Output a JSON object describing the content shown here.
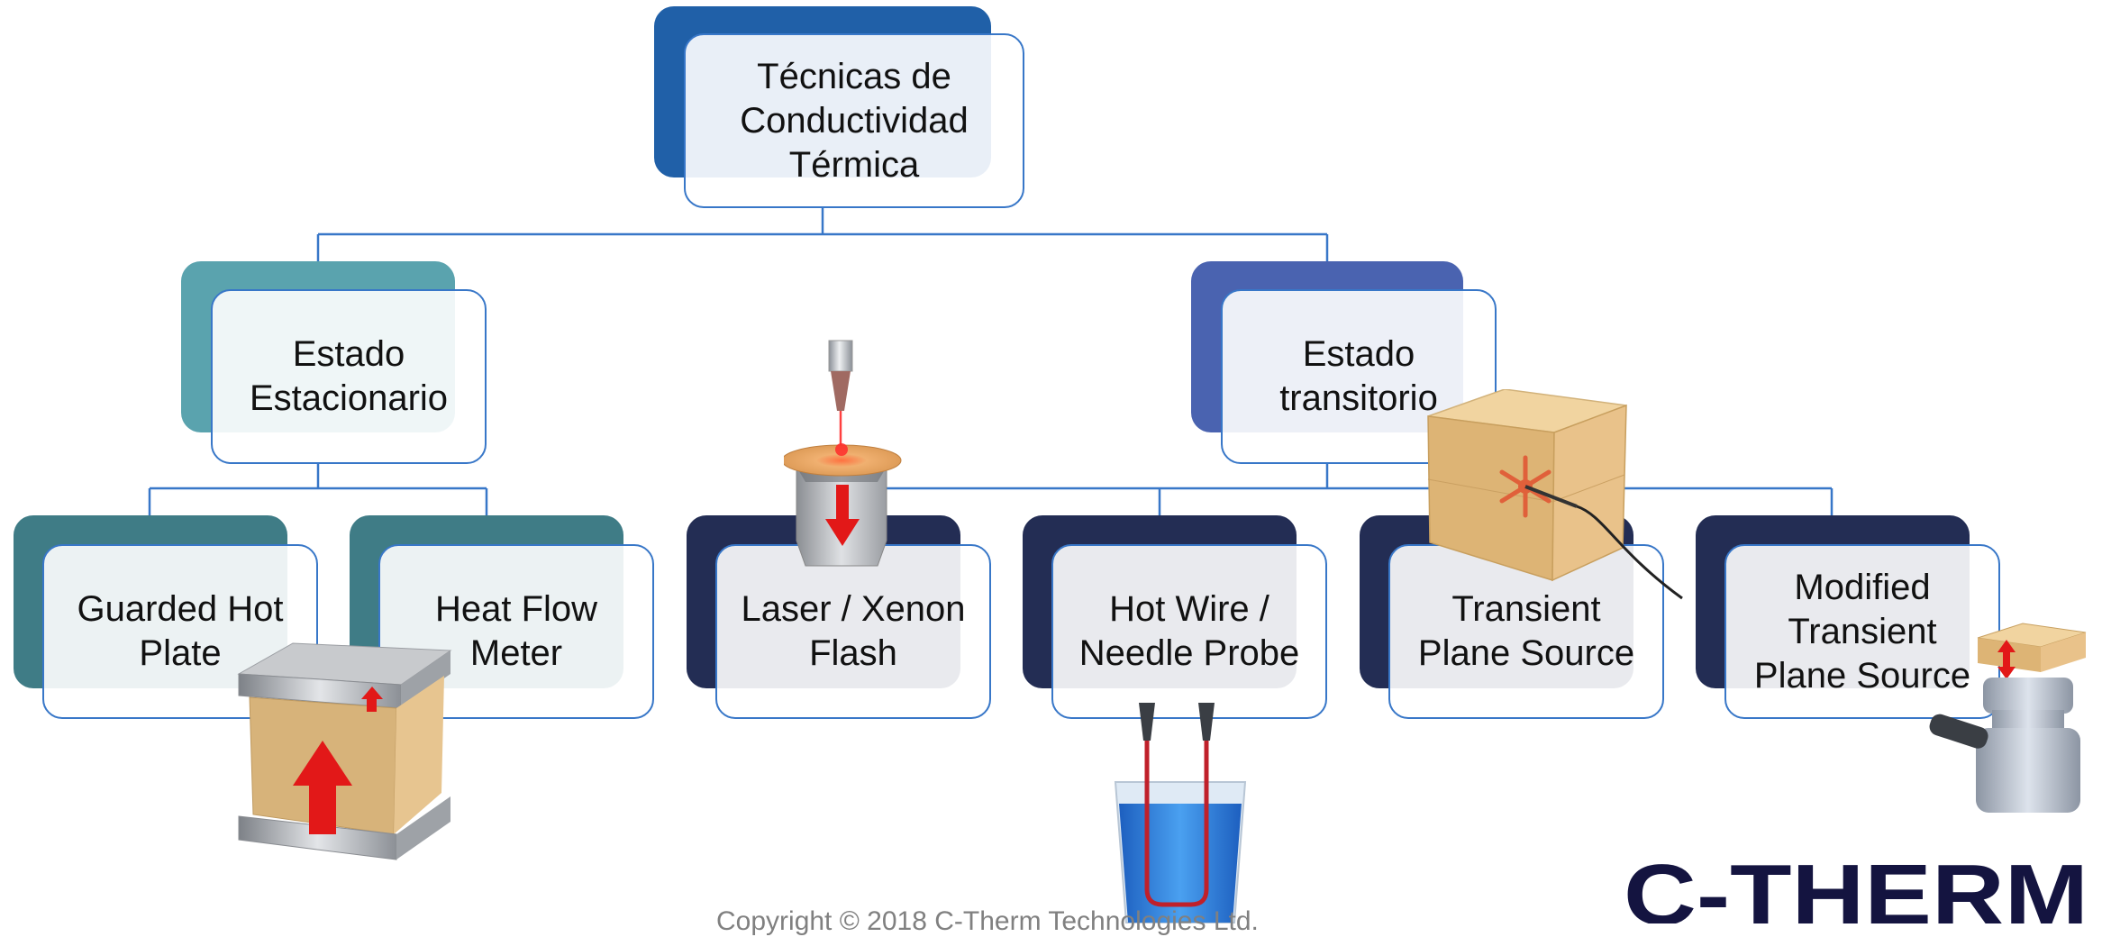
{
  "diagram": {
    "root": {
      "label": "Técnicas de\nConductividad\nTérmica"
    },
    "categories": [
      {
        "label": "Estado\nEstacionario"
      },
      {
        "label": "Estado\ntransitorio"
      }
    ],
    "methods": [
      {
        "label": "Guarded Hot\nPlate"
      },
      {
        "label": "Heat Flow\nMeter"
      },
      {
        "label": "Laser / Xenon\nFlash"
      },
      {
        "label": "Hot Wire /\nNeedle Probe"
      },
      {
        "label": "Transient\nPlane Source"
      },
      {
        "label": "Modified\nTransient\nPlane Source"
      }
    ]
  },
  "footer": {
    "copyright": "Copyright © 2018 C-Therm Technologies Ltd."
  },
  "logo": {
    "text": "C-THERM"
  },
  "colors": {
    "connector": "#3877c8",
    "root_back": "#2060a8",
    "steady_back": "#5aa3ae",
    "transient_back": "#4a63b0",
    "steady_method_back": "#3f7c86",
    "transient_method_back": "#232d54",
    "logo": "#141440"
  }
}
